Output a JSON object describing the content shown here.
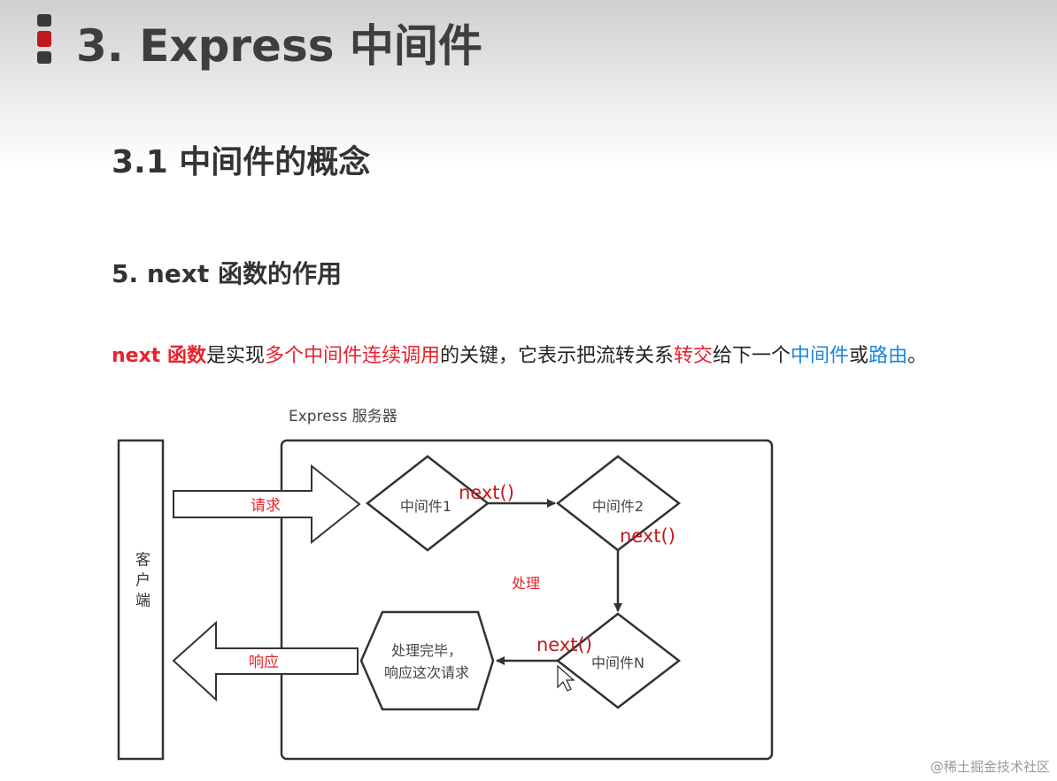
{
  "header": {
    "title": "3. Express 中间件",
    "bullet_colors": [
      "#3a3a3a",
      "#c0191c",
      "#3a3a3a"
    ]
  },
  "section": {
    "title": "3.1 中间件的概念"
  },
  "subsection": {
    "title": "5. next 函数的作用"
  },
  "description": {
    "parts": [
      {
        "text": "next 函数",
        "style": "red-bold"
      },
      {
        "text": "是实现",
        "style": "normal"
      },
      {
        "text": "多个中间件连续调用",
        "style": "red"
      },
      {
        "text": "的关键，它表示把流转关系",
        "style": "normal"
      },
      {
        "text": "转交",
        "style": "red"
      },
      {
        "text": "给下一个",
        "style": "normal"
      },
      {
        "text": "中间件",
        "style": "blue"
      },
      {
        "text": "或",
        "style": "normal"
      },
      {
        "text": "路由",
        "style": "blue"
      },
      {
        "text": "。",
        "style": "normal"
      }
    ]
  },
  "diagram": {
    "server_label": "Express 服务器",
    "client_label": "客户端",
    "request_label": "请求",
    "response_label": "响应",
    "process_label": "处理",
    "middleware1": "中间件1",
    "middleware2": "中间件2",
    "middlewareN": "中间件N",
    "done_line1": "处理完毕，",
    "done_line2": "响应这次请求",
    "next1": "next()",
    "next2": "next()",
    "next3": "next()"
  },
  "colors": {
    "accent_red": "#e8222b",
    "link_blue": "#1b86dc"
  },
  "watermark": "@稀土掘金技术社区"
}
